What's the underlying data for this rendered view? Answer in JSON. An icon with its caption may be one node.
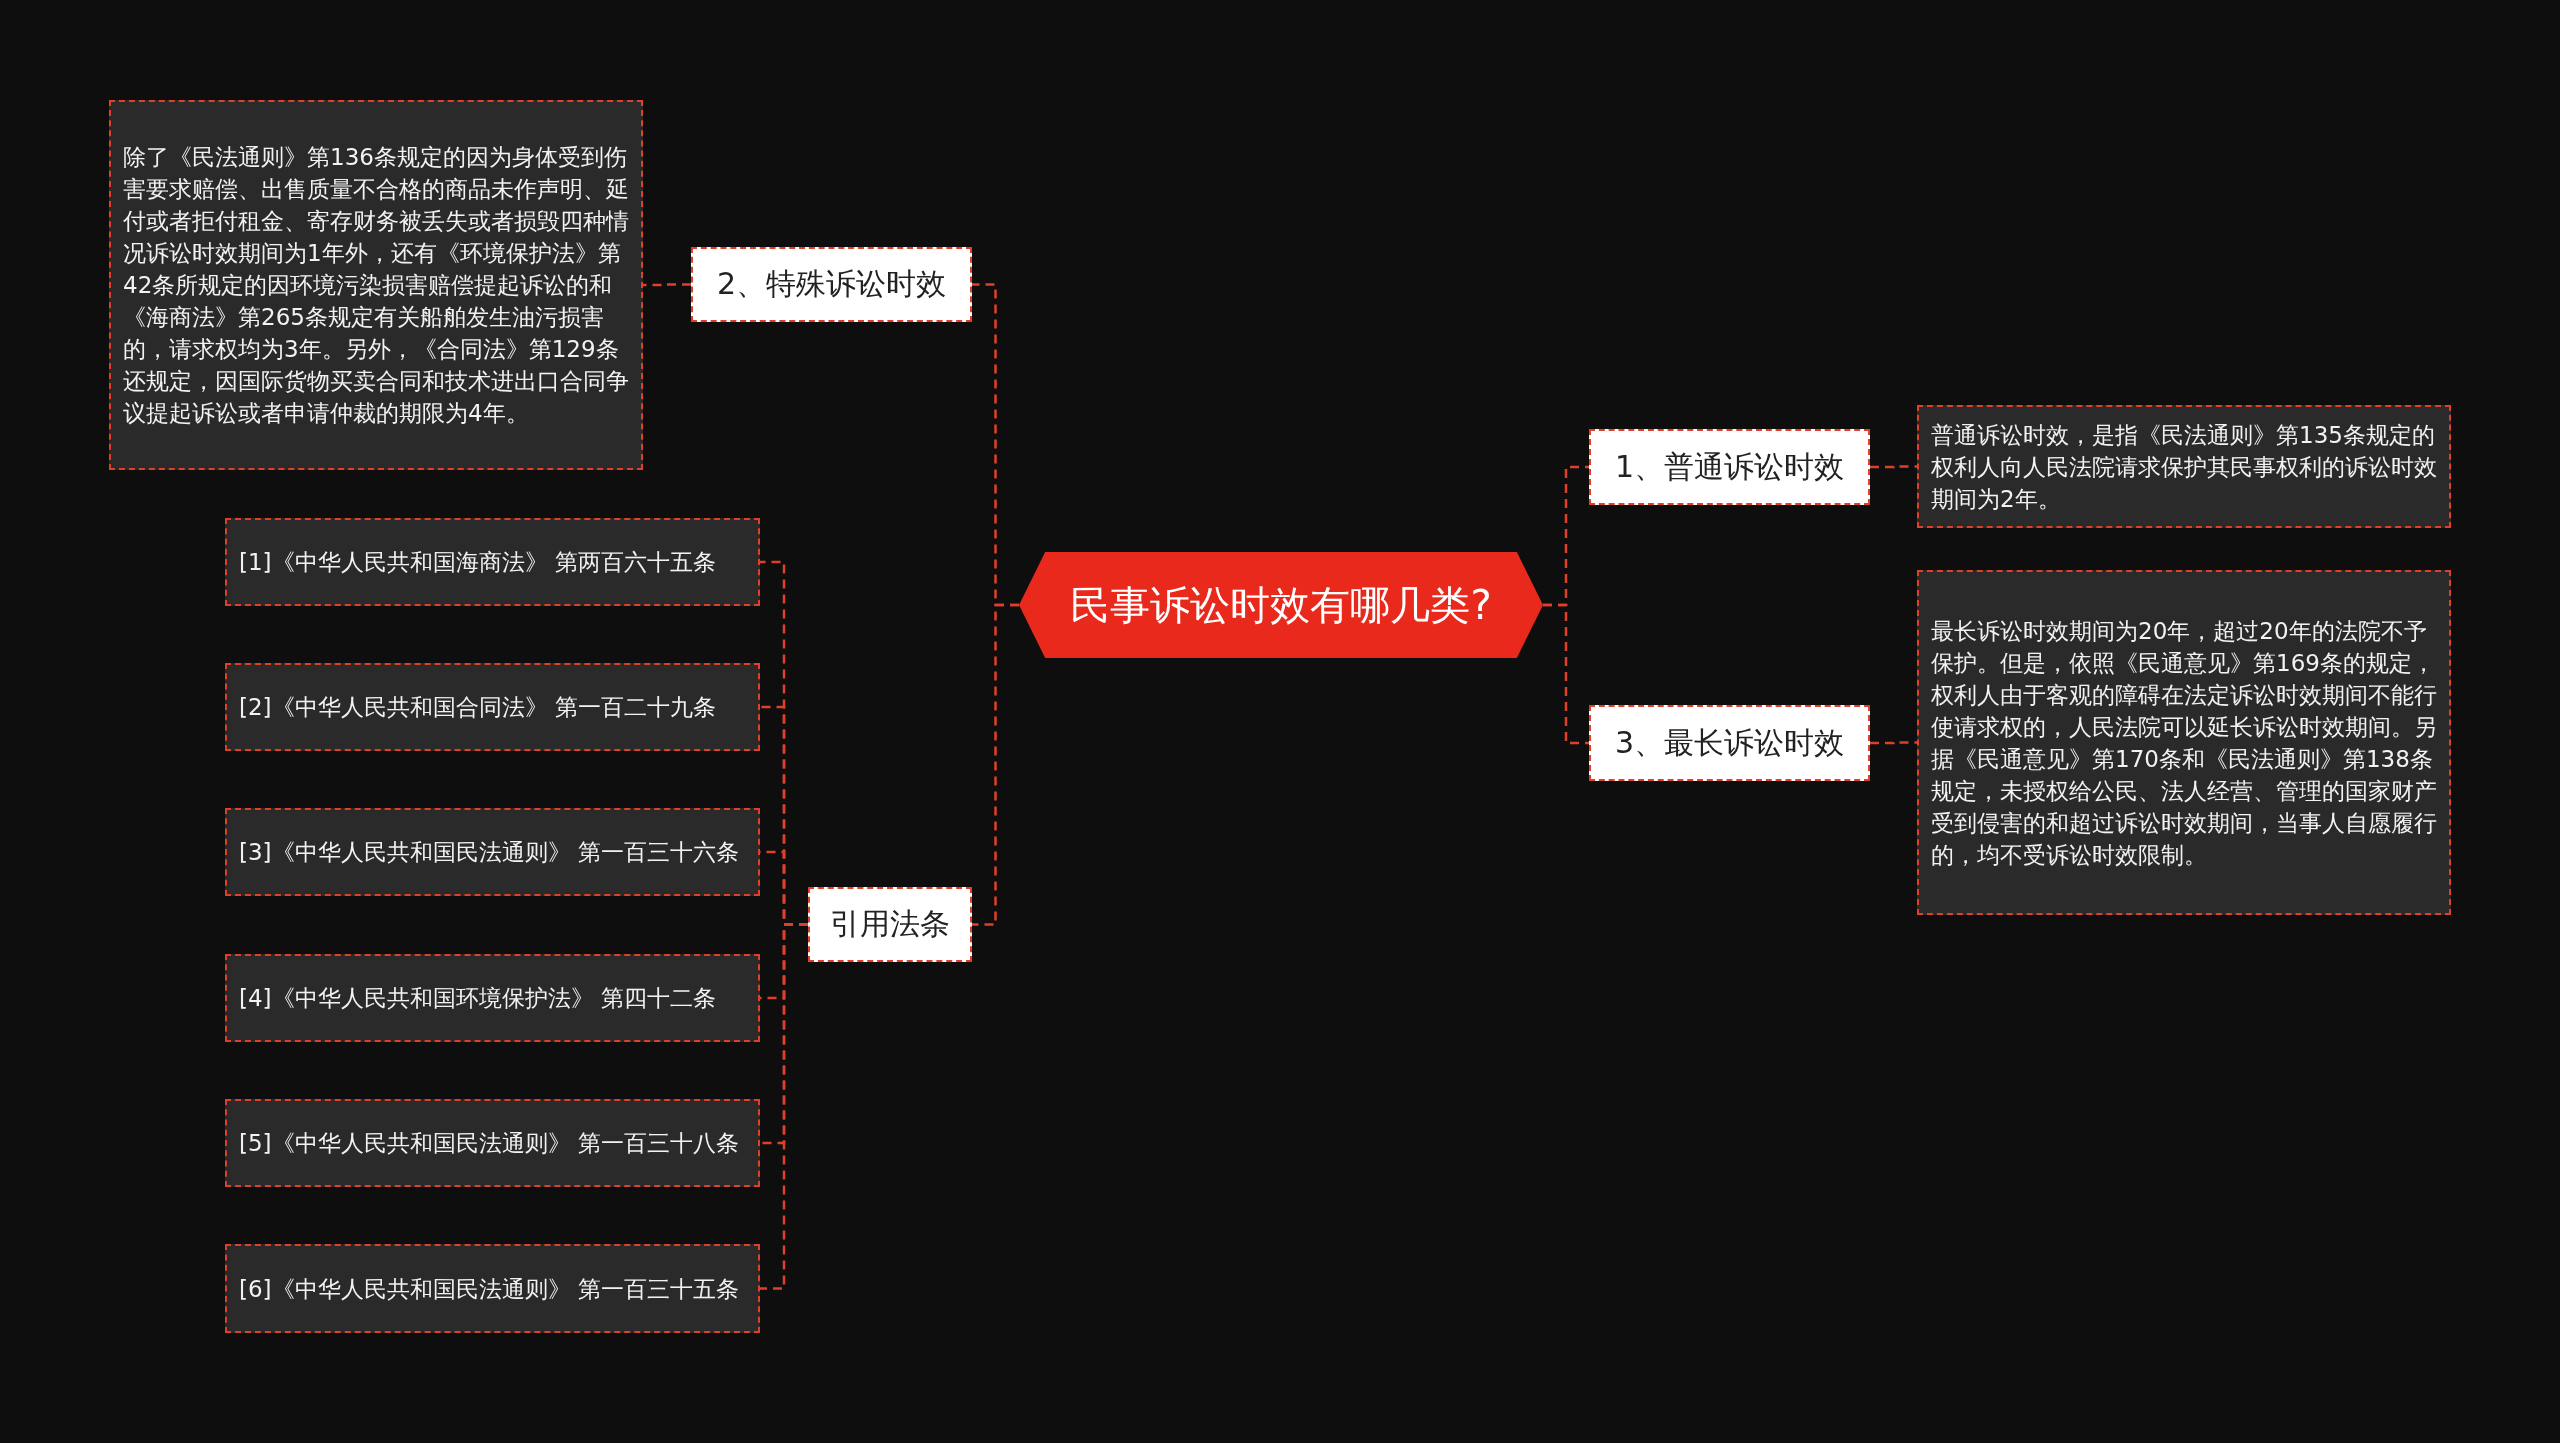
{
  "diagram": {
    "nodes": [
      {
        "text": [
          "民事诉讼时效有哪几类?"
        ]
      },
      {
        "text": [
          "2、特殊诉讼时效"
        ]
      },
      {
        "text": [
          "除了《民法通则》第136条规定的因为身体受到伤害要求赔偿、出售质量不合格的商品未作声明、延付或者拒付租金、寄存财务被丢失或者损毁四种情况诉讼时效期间为1年外，还有《环境保护法》第42条所规定的因环境污染损害赔偿提起诉讼的和《海商法》第265条规定有关船舶发生油污损害的，请求权均为3年。另外，《合同法》第129条还规定，因国际货物买卖合同和技术进出口合同争议提起诉讼或者申请仲裁的期限为4年。"
        ]
      },
      {
        "text": [
          "1、普通诉讼时效"
        ]
      },
      {
        "text": [
          "普通诉讼时效，是指《民法通则》第135条规定的权利人向人民法院请求保护其民事权利的诉讼时效期间为2年。"
        ]
      },
      {
        "text": [
          "3、最长诉讼时效"
        ]
      },
      {
        "text": [
          "最长诉讼时效期间为20年，超过20年的法院不予保护。但是，依照《民通意见》第169条的规定，权利人由于客观的障碍在法定诉讼时效期间不能行使请求权的，人民法院可以延长诉讼时效期间。另据《民通意见》第170条和《民法通则》第138条规定，未授权给公民、法人经营、管理的国家财产受到侵害的和超过诉讼时效期间，当事人自愿履行的，均不受诉讼时效限制。"
        ]
      },
      {
        "text": [
          "引用法条"
        ]
      },
      {
        "text": [
          "[1]《中华人民共和国海商法》 第两百六十五条"
        ]
      },
      {
        "text": [
          "[2]《中华人民共和国合同法》 第一百二十九条"
        ]
      },
      {
        "text": [
          "[3]《中华人民共和国民法通则》 第一百三十六条"
        ]
      },
      {
        "text": [
          "[4]《中华人民共和国环境保护法》 第四十二条"
        ]
      },
      {
        "text": [
          "[5]《中华人民共和国民法通则》 第一百三十八条"
        ]
      },
      {
        "text": [
          "[6]《中华人民共和国民法通则》 第一百三十五条"
        ]
      }
    ],
    "edges": [
      {
        "from": 0,
        "to": 1,
        "arrow": "none",
        "style": "dashed"
      },
      {
        "from": 1,
        "to": 2,
        "arrow": "none",
        "style": "dashed"
      },
      {
        "from": 0,
        "to": 3,
        "arrow": "none",
        "style": "dashed"
      },
      {
        "from": 3,
        "to": 4,
        "arrow": "none",
        "style": "dashed"
      },
      {
        "from": 0,
        "to": 5,
        "arrow": "none",
        "style": "dashed"
      },
      {
        "from": 5,
        "to": 6,
        "arrow": "none",
        "style": "dashed"
      },
      {
        "from": 0,
        "to": 7,
        "arrow": "none",
        "style": "dashed"
      },
      {
        "from": 7,
        "to": 8,
        "arrow": "none",
        "style": "dashed"
      },
      {
        "from": 7,
        "to": 9,
        "arrow": "none",
        "style": "dashed"
      },
      {
        "from": 7,
        "to": 10,
        "arrow": "none",
        "style": "dashed"
      },
      {
        "from": 7,
        "to": 11,
        "arrow": "none",
        "style": "dashed"
      },
      {
        "from": 7,
        "to": 12,
        "arrow": "none",
        "style": "dashed"
      },
      {
        "from": 7,
        "to": 13,
        "arrow": "none",
        "style": "dashed"
      }
    ]
  }
}
